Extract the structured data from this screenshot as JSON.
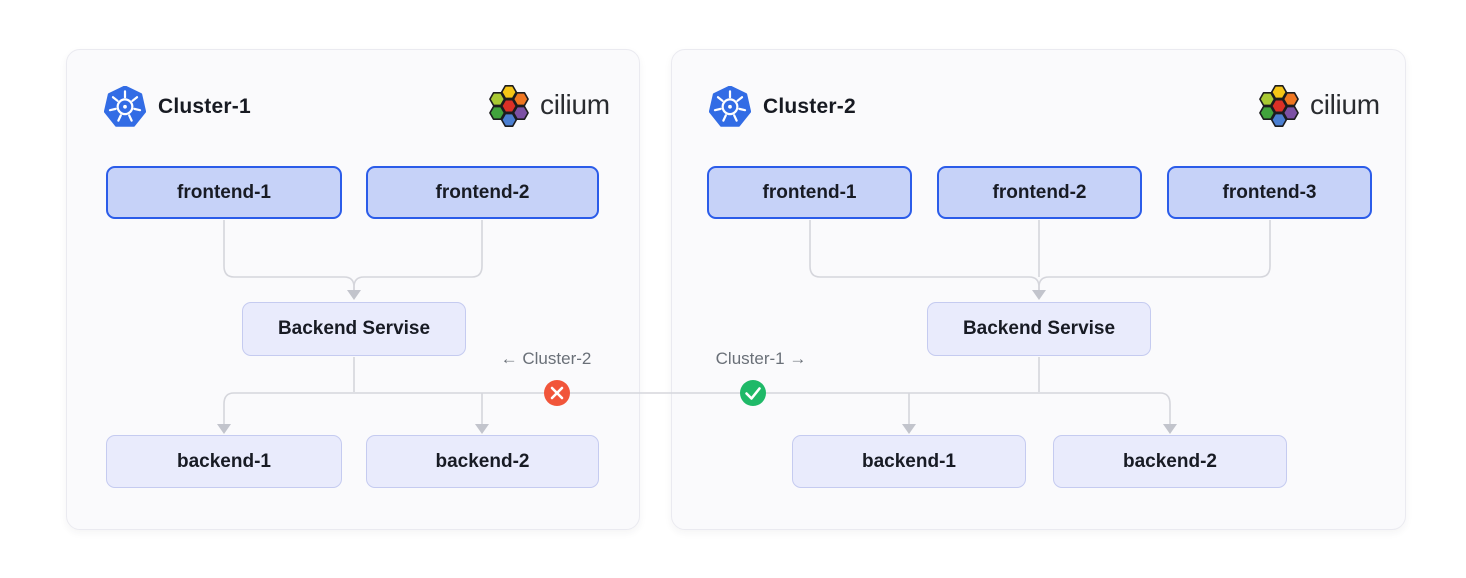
{
  "diagram": {
    "clusters": [
      {
        "title": "Cluster-1",
        "platform_icon": "kubernetes-icon",
        "brand": {
          "name": "cilium",
          "icon": "cilium-logo-icon"
        },
        "frontends": [
          "frontend-1",
          "frontend-2"
        ],
        "service": "Backend Servise",
        "backends": [
          "backend-1",
          "backend-2"
        ]
      },
      {
        "title": "Cluster-2",
        "platform_icon": "kubernetes-icon",
        "brand": {
          "name": "cilium",
          "icon": "cilium-logo-icon"
        },
        "frontends": [
          "frontend-1",
          "frontend-2",
          "frontend-3"
        ],
        "service": "Backend Servise",
        "backends": [
          "backend-1",
          "backend-2"
        ]
      }
    ],
    "cross_cluster_links": [
      {
        "label": "← Cluster-2",
        "status": "blocked",
        "icon": "x-circle-icon",
        "badge_color": "#f1553a"
      },
      {
        "label": "Cluster-1 →",
        "status": "allowed",
        "icon": "check-circle-icon",
        "badge_color": "#1fb968"
      }
    ],
    "colors": {
      "frontend_fill": "#c6d2f8",
      "frontend_border": "#2b5ce9",
      "service_fill": "#e9ebfc",
      "service_border": "#c5cbf0",
      "panel_fill": "#fafafc",
      "panel_border": "#eaeaf0",
      "connector": "#d5d6dc",
      "kubernetes_blue": "#326ce5",
      "label_gray": "#6a7078"
    }
  }
}
